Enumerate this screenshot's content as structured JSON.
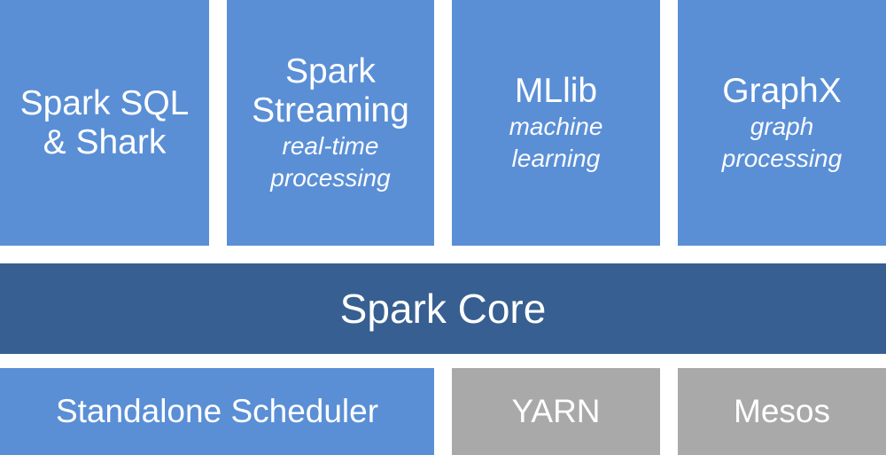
{
  "top_row": {
    "sparksql": {
      "title_line1": "Spark SQL",
      "title_line2": "& Shark"
    },
    "streaming": {
      "title_line1": "Spark",
      "title_line2": "Streaming",
      "sub_line1": "real-time",
      "sub_line2": "processing"
    },
    "mllib": {
      "title": "MLlib",
      "sub_line1": "machine",
      "sub_line2": "learning"
    },
    "graphx": {
      "title": "GraphX",
      "sub_line1": "graph",
      "sub_line2": "processing"
    }
  },
  "core": {
    "title": "Spark Core"
  },
  "bottom_row": {
    "standalone": {
      "title": "Standalone Scheduler"
    },
    "yarn": {
      "title": "YARN"
    },
    "mesos": {
      "title": "Mesos"
    }
  },
  "colors": {
    "library_blue": "#5a8fd6",
    "core_blue": "#375f91",
    "cluster_gray": "#a9a9a9",
    "text": "#ffffff"
  }
}
